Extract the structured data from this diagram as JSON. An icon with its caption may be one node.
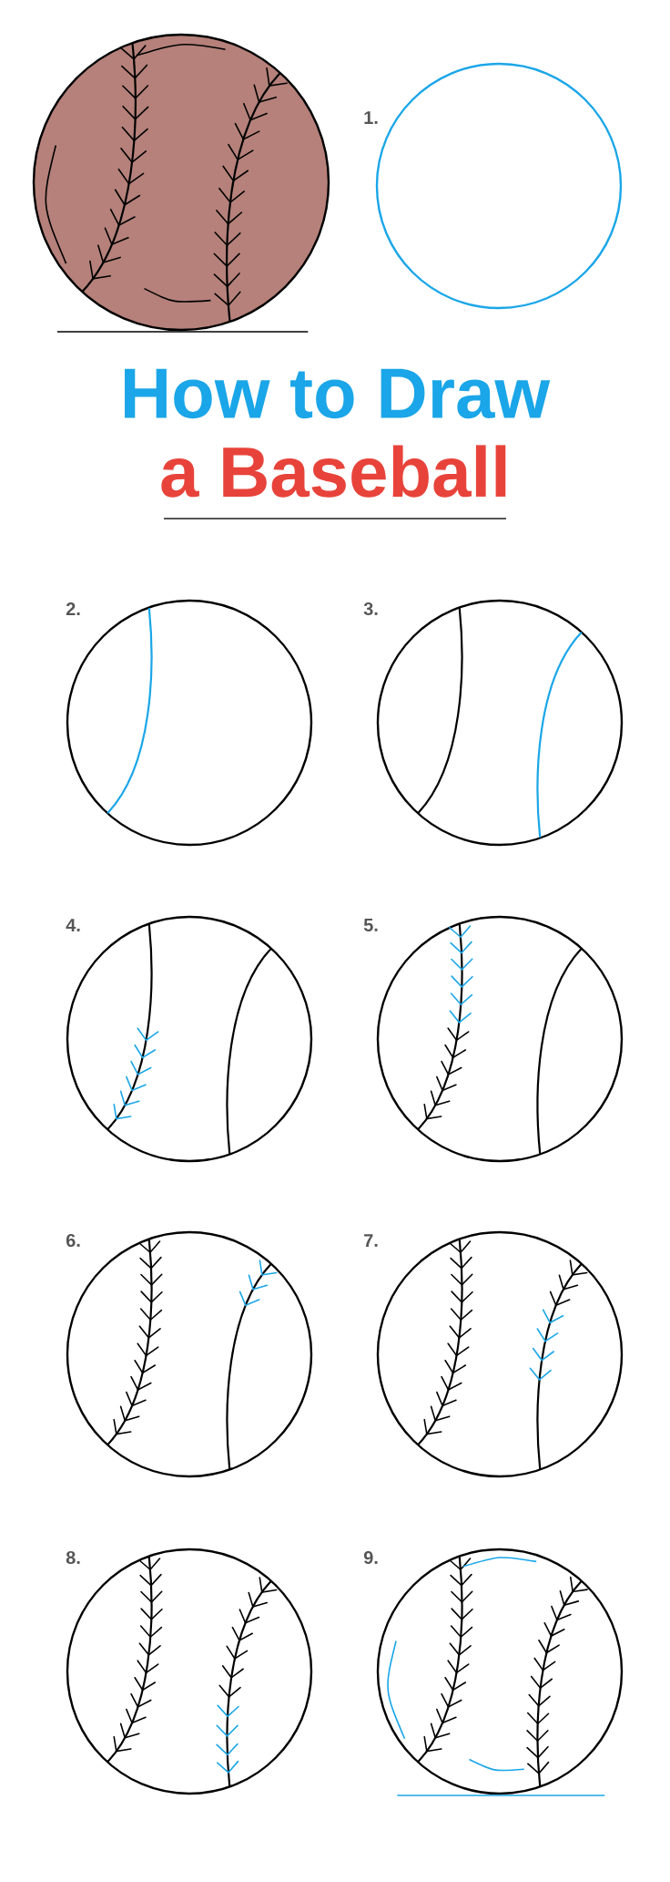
{
  "diagram": {
    "title": "How to Draw",
    "labels": [
      "a Baseball",
      "1.",
      "2.",
      "3.",
      "4.",
      "5.",
      "6.",
      "7.",
      "8.",
      "9."
    ]
  }
}
